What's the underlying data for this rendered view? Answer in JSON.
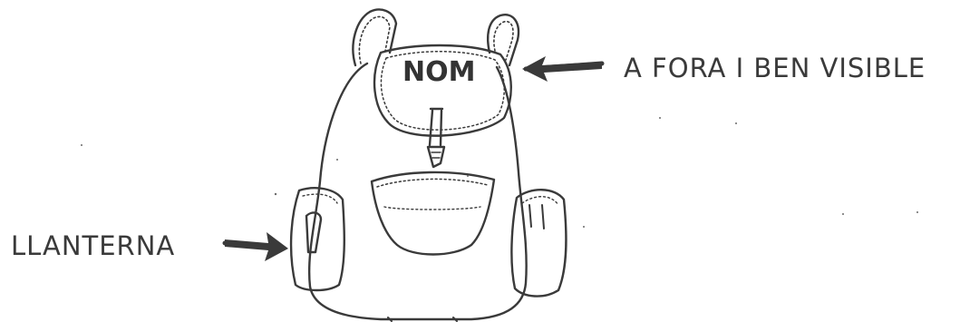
{
  "labels": {
    "name_tag": "NOM",
    "outside_visible": "A FORA I BEN VISIBLE",
    "flashlight": "LLANTERNA"
  },
  "colors": {
    "ink": "#3a3a3a",
    "paper": "#ffffff",
    "stipple": "#6a6a6a"
  },
  "icons": {
    "backpack": "backpack-drawing",
    "arrow_to_name": "arrow-left-icon",
    "arrow_to_pocket": "arrow-right-icon"
  }
}
